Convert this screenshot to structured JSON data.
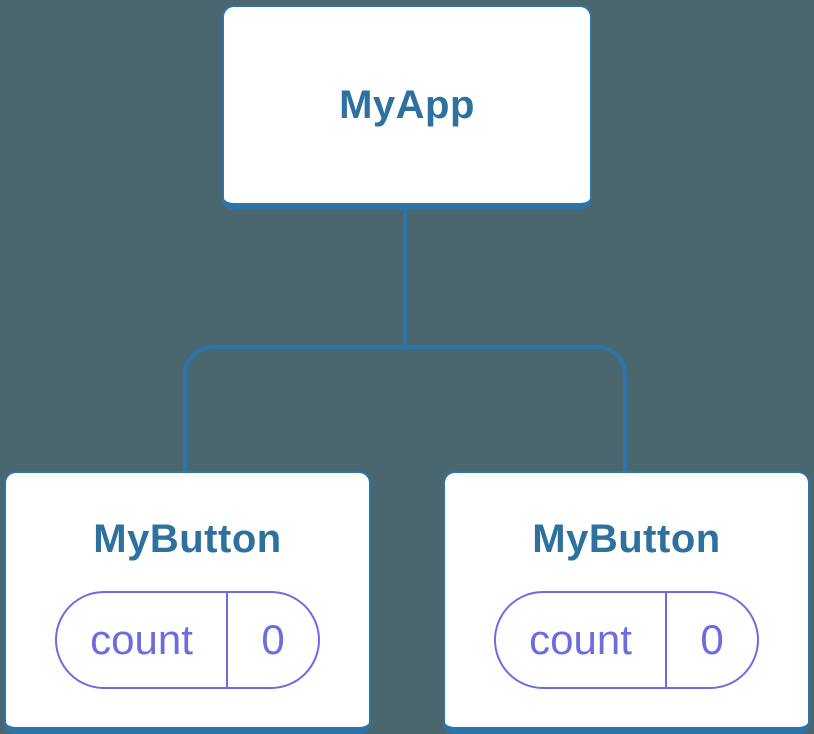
{
  "diagram": {
    "type": "component-tree",
    "colors": {
      "background": "#4A6770",
      "node_fill": "#FFFFFF",
      "node_border": "#2F74A8",
      "connector": "#2F74A8",
      "label_text": "#2E719E",
      "state_accent": "#6C6CE0"
    },
    "tree": {
      "root": {
        "label": "MyApp"
      },
      "children": [
        {
          "label": "MyButton",
          "state": {
            "key": "count",
            "value": "0"
          }
        },
        {
          "label": "MyButton",
          "state": {
            "key": "count",
            "value": "0"
          }
        }
      ]
    }
  }
}
